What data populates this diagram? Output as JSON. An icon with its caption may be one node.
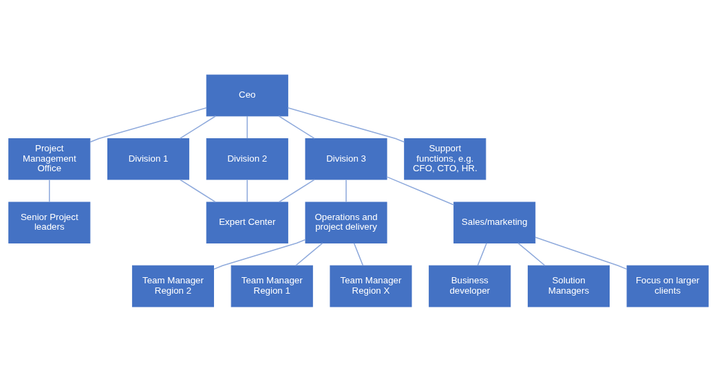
{
  "diagram": {
    "nodes": [
      {
        "text": [
          "Ceo"
        ]
      },
      {
        "text": [
          "Project Management Office"
        ]
      },
      {
        "text": [
          "Division 1"
        ]
      },
      {
        "text": [
          "Division 2"
        ]
      },
      {
        "text": [
          "Division 3"
        ]
      },
      {
        "text": [
          "Support functions, e.g. CFO, CTO, HR."
        ]
      },
      {
        "text": [
          "Senior Project leaders"
        ]
      },
      {
        "text": [
          "Expert Center"
        ]
      },
      {
        "text": [
          "Operations and project delivery"
        ]
      },
      {
        "text": [
          "Sales/marketing"
        ]
      },
      {
        "text": [
          "Team Manager Region 2"
        ]
      },
      {
        "text": [
          "Team Manager Region 1"
        ]
      },
      {
        "text": [
          "Business developer"
        ]
      },
      {
        "text": [
          "Solution Managers"
        ]
      },
      {
        "text": [
          "Team Manager Region X"
        ]
      },
      {
        "text": [
          "Focus on larger clients"
        ]
      }
    ],
    "edges": [
      {
        "from": 0,
        "to": 1,
        "arrow": "none"
      },
      {
        "from": 0,
        "to": 2,
        "arrow": "none"
      },
      {
        "from": 0,
        "to": 3,
        "arrow": "none"
      },
      {
        "from": 0,
        "to": 4,
        "arrow": "none"
      },
      {
        "from": 0,
        "to": 5,
        "arrow": "none"
      },
      {
        "from": 1,
        "to": 6,
        "arrow": "none"
      },
      {
        "from": 2,
        "to": 7,
        "arrow": "none"
      },
      {
        "from": 3,
        "to": 7,
        "arrow": "none"
      },
      {
        "from": 4,
        "to": 7,
        "arrow": "none"
      },
      {
        "from": 4,
        "to": 8,
        "arrow": "none"
      },
      {
        "from": 4,
        "to": 9,
        "arrow": "none"
      },
      {
        "from": 8,
        "to": 10,
        "arrow": "none"
      },
      {
        "from": 8,
        "to": 11,
        "arrow": "none"
      },
      {
        "from": 8,
        "to": 14,
        "arrow": "none"
      },
      {
        "from": 9,
        "to": 12,
        "arrow": "none"
      },
      {
        "from": 9,
        "to": 13,
        "arrow": "none"
      },
      {
        "from": 9,
        "to": 15,
        "arrow": "none"
      }
    ]
  }
}
